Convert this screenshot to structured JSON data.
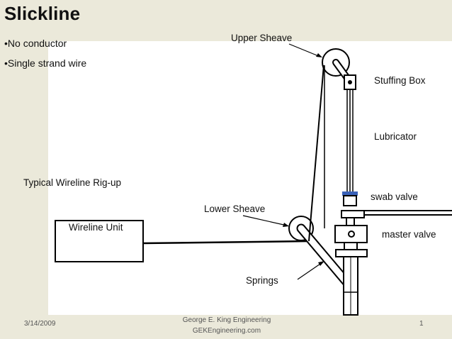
{
  "slide": {
    "title": "Slickline",
    "bullets": [
      "•No conductor",
      "•Single strand wire"
    ]
  },
  "diagram": {
    "heading": "Typical Wireline Rig-up",
    "labels": {
      "upper_sheave": "Upper Sheave",
      "stuffing_box": "Stuffing Box",
      "lubricator": "Lubricator",
      "swab_valve": "swab valve",
      "lower_sheave": "Lower Sheave",
      "wireline_unit": "Wireline Unit",
      "master_valve": "master valve",
      "springs": "Springs"
    },
    "colors": {
      "line": "#000000",
      "valve_accent": "#3a62b8"
    }
  },
  "footer": {
    "date": "3/14/2009",
    "company_line1": "George E. King Engineering",
    "company_line2": "GEKEngineering.com",
    "page_number": "1"
  }
}
